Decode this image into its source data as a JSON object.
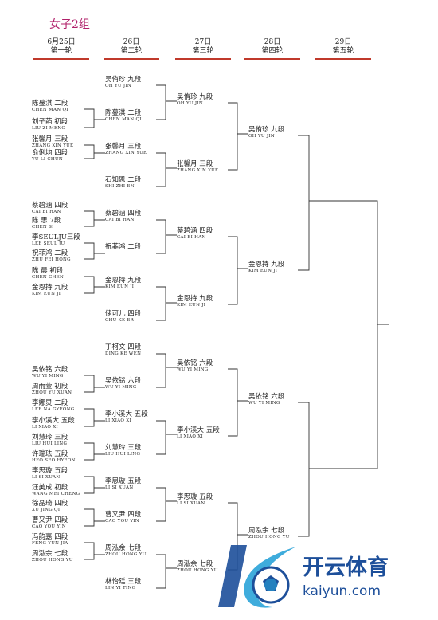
{
  "title": "女子2组",
  "rounds": [
    {
      "date": "6月25日",
      "name": "第一轮"
    },
    {
      "date": "26日",
      "name": "第二轮"
    },
    {
      "date": "27日",
      "name": "第三轮"
    },
    {
      "date": "28日",
      "name": "第四轮"
    },
    {
      "date": "29日",
      "name": "第五轮"
    }
  ],
  "round1": [
    {
      "n": "陈蔓淇  二段",
      "p": "CHEN MAN QI"
    },
    {
      "n": "刘子萌  初段",
      "p": "LIU ZI MENG"
    },
    {
      "n": "张馨月  三段",
      "p": "ZHANG XIN YUE"
    },
    {
      "n": "俞俐均  四段",
      "p": "YU LI CHUN"
    },
    {
      "n": "蔡碧涵  四段",
      "p": "CAI BI HAN"
    },
    {
      "n": "陈  思  7段",
      "p": "CHEN SI"
    },
    {
      "n": "李SEULJU三段",
      "p": "LEE SEUL JU"
    },
    {
      "n": "祝菲鸿  二段",
      "p": "ZHU FEI HONG"
    },
    {
      "n": "陈  晨  初段",
      "p": "CHEN CHEN"
    },
    {
      "n": "金恩持  九段",
      "p": "KIM EUN JI"
    },
    {
      "n": "吴依铭  六段",
      "p": "WU YI MING"
    },
    {
      "n": "周雨萱  初段",
      "p": "ZHOU YU XUAN"
    },
    {
      "n": "李娜炅  二段",
      "p": "LEE NA GYEONG"
    },
    {
      "n": "李小溪大  五段",
      "p": "LI XIAO XI"
    },
    {
      "n": "刘慧玲  三段",
      "p": "LIU HUI LING"
    },
    {
      "n": "许瑞珐  五段",
      "p": "HEO SEO HYEON"
    },
    {
      "n": "李思璇  五段",
      "p": "LI SI XUAN"
    },
    {
      "n": "汪美成  初段",
      "p": "WANG MEI CHENG"
    },
    {
      "n": "徐晶琦  四段",
      "p": "XU JING QI"
    },
    {
      "n": "曹又尹  四段",
      "p": "CAO YOU YIN"
    },
    {
      "n": "冯韵嘉  四段",
      "p": "FENG YUN JIA"
    },
    {
      "n": "周泓余  七段",
      "p": "ZHOU HONG YU"
    }
  ],
  "round2": [
    {
      "n": "吴侑珍  九段",
      "p": "OH YU JIN"
    },
    {
      "n": "陈蔓淇  二段",
      "p": "CHEN MAN QI"
    },
    {
      "n": "张馨月  三段",
      "p": "ZHANG XIN YUE"
    },
    {
      "n": "石知恩  二段",
      "p": "SHI ZHI EN"
    },
    {
      "n": "蔡碧涵  四段",
      "p": "CAI BI HAN"
    },
    {
      "n": "祝菲鸿  二段",
      "p": ""
    },
    {
      "n": "金恩持  九段",
      "p": "KIM EUN JI"
    },
    {
      "n": "储可儿  四段",
      "p": "CHU KE ER"
    },
    {
      "n": "丁柯文  四段",
      "p": "DING KE WEN"
    },
    {
      "n": "吴依铭  六段",
      "p": "WU YI MING"
    },
    {
      "n": "李小溪大  五段",
      "p": "LI XIAO XI"
    },
    {
      "n": "刘慧玲  三段",
      "p": "LIU HUI LING"
    },
    {
      "n": "李思璇  五段",
      "p": "LI SI XUAN"
    },
    {
      "n": "曹又尹  四段",
      "p": "CAO YOU YIN"
    },
    {
      "n": "周泓余  七段",
      "p": "ZHOU HONG YU"
    },
    {
      "n": "林怡廷  三段",
      "p": "LIN YI TING"
    }
  ],
  "round3": [
    {
      "n": "吴侑珍  九段",
      "p": "OH YU JIN"
    },
    {
      "n": "张馨月  三段",
      "p": "ZHANG XIN YUE"
    },
    {
      "n": "蔡碧涵  四段",
      "p": "CAI BI HAN"
    },
    {
      "n": "金恩持  九段",
      "p": "KIM EUN JI"
    },
    {
      "n": "吴依铭  六段",
      "p": "WU YI MING"
    },
    {
      "n": "李小溪大  五段",
      "p": "LI XIAO XI"
    },
    {
      "n": "李思璇  五段",
      "p": "LI SI XUAN"
    },
    {
      "n": "周泓余  七段",
      "p": "ZHOU HONG YU"
    }
  ],
  "round4": [
    {
      "n": "吴侑珍  九段",
      "p": "OH YU JIN"
    },
    {
      "n": "金恩持  九段",
      "p": "KIM EUN JI"
    },
    {
      "n": "吴依铭  六段",
      "p": "WU YI MING"
    },
    {
      "n": "周泓余  七段",
      "p": "ZHOU HONG YU"
    }
  ],
  "watermark": {
    "text": "开云体育",
    "url": "kaiyun.com",
    "color": "#1d4f9a",
    "accent": "#2aa3d8"
  },
  "colors": {
    "title": "#b0206a",
    "round_line": "#c0392b"
  }
}
